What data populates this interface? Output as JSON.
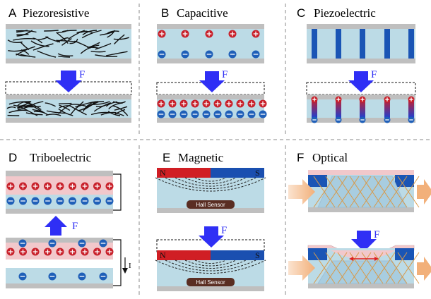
{
  "panels": [
    {
      "letter": "A",
      "title": "Piezoresistive"
    },
    {
      "letter": "B",
      "title": "Capacitive"
    },
    {
      "letter": "C",
      "title": "Piezoelectric"
    },
    {
      "letter": "D",
      "title": "Triboelectric"
    },
    {
      "letter": "E",
      "title": "Magnetic"
    },
    {
      "letter": "F",
      "title": "Optical"
    }
  ],
  "force_label": "F",
  "current_label": "I",
  "magnet": {
    "north": "N",
    "south": "S",
    "sensor": "Hall Sensor"
  },
  "colors": {
    "layer_blue": "#bcdbe6",
    "layer_pink": "#f2c8cb",
    "electrode_gray": "#bfbfbf",
    "arrow_blue": "#2f2ff5",
    "charge_red": "#c8202a",
    "charge_blue": "#1f5fb8",
    "magnet_red": "#d01e24",
    "magnet_blue": "#1a4fb0",
    "sensor_brown": "#5a2d22",
    "divider": "#888888"
  }
}
